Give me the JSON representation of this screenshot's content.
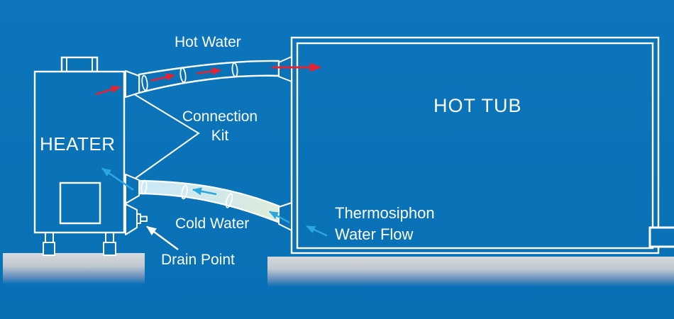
{
  "labels": {
    "hot_water": "Hot Water",
    "connection_kit": {
      "line1": "Connection",
      "line2": "Kit"
    },
    "heater": "HEATER",
    "hot_tub": "HOT TUB",
    "cold_water": "Cold Water",
    "drain_point": "Drain Point",
    "thermosiphon": {
      "line1": "Thermosiphon",
      "line2": "Water Flow"
    }
  },
  "colors": {
    "background_blue": "#0a72b7",
    "outline_white": "#ffffff",
    "hot_flow_arrow_red": "#e52330",
    "cold_flow_arrow_cyan": "#2ba6e0",
    "cold_pipe_fill_left": "#c9e8f7",
    "cold_pipe_fill_right": "#dcecd8",
    "platform_gray": "#d6d9dc"
  }
}
